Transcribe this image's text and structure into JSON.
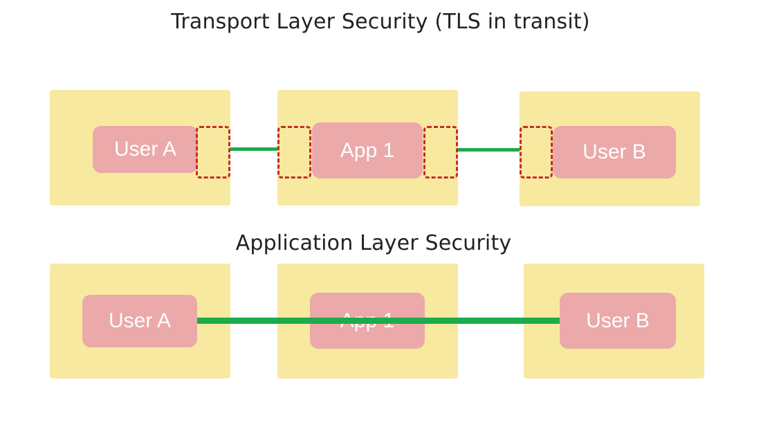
{
  "titles": {
    "transport": "Transport Layer Security (TLS in transit)",
    "application": "Application Layer Security"
  },
  "transport_row": {
    "user_a": "User A",
    "app": "App 1",
    "user_b": "User B"
  },
  "application_row": {
    "user_a": "User A",
    "app": "App 1",
    "user_b": "User B"
  },
  "colors": {
    "zone": "#f8e9a1",
    "node": "#eba9a9",
    "link": "#1dab4b",
    "tls_boundary": "#c62b25"
  }
}
